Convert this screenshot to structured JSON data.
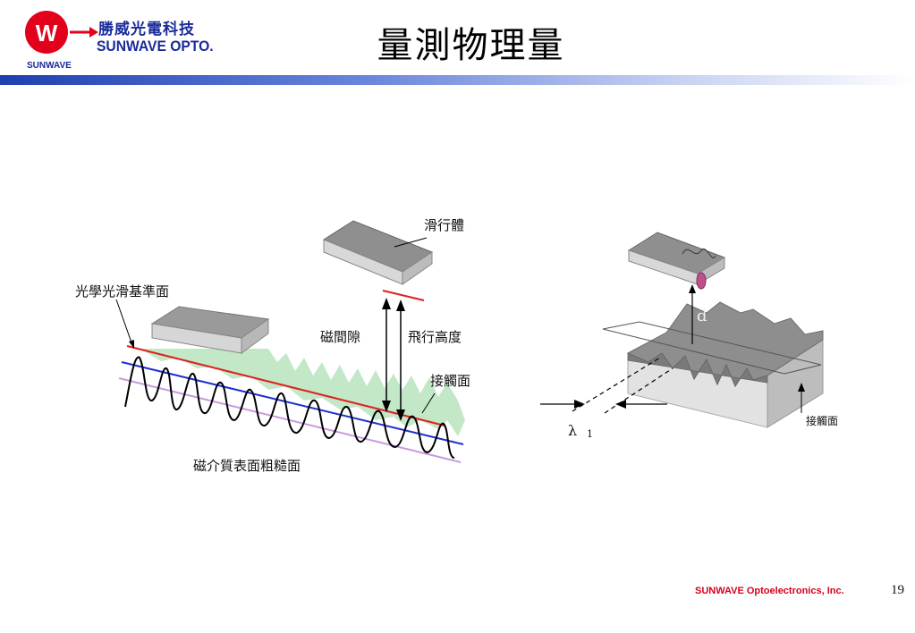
{
  "header": {
    "logo_mark": "W",
    "brand_zh": "勝威光電科技",
    "brand_en": "SUNWAVE OPTO.",
    "brand_small": "SUNWAVE",
    "title": "量測物理量",
    "colors": {
      "brand_red": "#e3001b",
      "brand_blue": "#1a2a9a",
      "bar_start": "#1f3fb0"
    }
  },
  "diagram_left": {
    "slider_label": "滑行體",
    "reference_label": "光學光滑基準面",
    "magnetic_gap_label": "磁間隙",
    "flying_height_label": "飛行高度",
    "contact_label": "接觸面",
    "roughness_label": "磁介質表面粗糙面"
  },
  "diagram_right": {
    "d_label": "d",
    "lambda_label": "λ",
    "lambda_sub": "1",
    "contact_label": "接觸面"
  },
  "footer": {
    "company": "SUNWAVE Optoelectronics, Inc.",
    "page_number": "19"
  }
}
